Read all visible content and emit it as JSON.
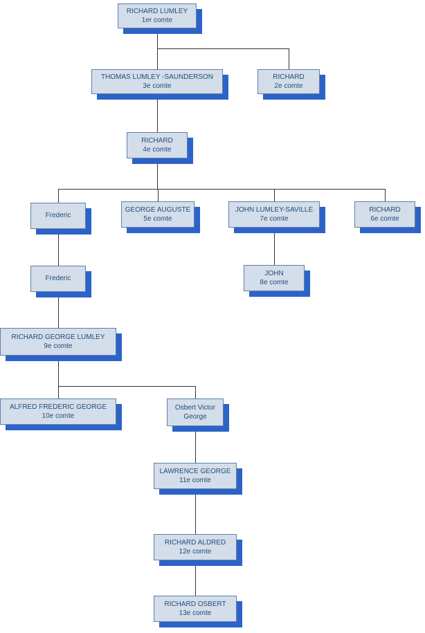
{
  "diagram": {
    "type": "family-tree",
    "nodes": {
      "richard_lumley_1": {
        "name": "RICHARD LUMLEY",
        "subtitle": "1er comte"
      },
      "thomas_lumley_3": {
        "name": "THOMAS LUMLEY -SAUNDERSON",
        "subtitle": "3e comte"
      },
      "richard_2": {
        "name": "RICHARD",
        "subtitle": "2e comte"
      },
      "richard_4": {
        "name": "RICHARD",
        "subtitle": "4e comte"
      },
      "frederic_a": {
        "name": "Frederic",
        "subtitle": ""
      },
      "george_auguste_5": {
        "name": "GEORGE AUGUSTE",
        "subtitle": "5e comte"
      },
      "john_lumley_saville_7": {
        "name": "JOHN LUMLEY-SAVILLE",
        "subtitle": "7e comte"
      },
      "richard_6": {
        "name": "RICHARD",
        "subtitle": "6e comte"
      },
      "frederic_b": {
        "name": "Frederic",
        "subtitle": ""
      },
      "john_8": {
        "name": "JOHN",
        "subtitle": "8e comte"
      },
      "richard_george_lumley_9": {
        "name": "RICHARD GEORGE LUMLEY",
        "subtitle": "9e comte"
      },
      "alfred_frederic_george_10": {
        "name": "ALFRED FREDERIC GEORGE",
        "subtitle": "10e comte"
      },
      "osbert_victor_george": {
        "name": "Osbert Victor",
        "subtitle": "George"
      },
      "lawrence_george_11": {
        "name": "LAWRENCE GEORGE",
        "subtitle": "11e comte"
      },
      "richard_aldred_12": {
        "name": "RICHARD ALDRED",
        "subtitle": "12e comte"
      },
      "richard_osbert_13": {
        "name": "RICHARD OSBERT",
        "subtitle": "13e comte"
      }
    },
    "colors": {
      "box_fill": "#d4ddea",
      "box_border": "#5f7ea9",
      "box_shadow": "#2c63c8",
      "text": "#1f4e79",
      "connector_line": "#333333",
      "background": "#ffffff"
    }
  }
}
